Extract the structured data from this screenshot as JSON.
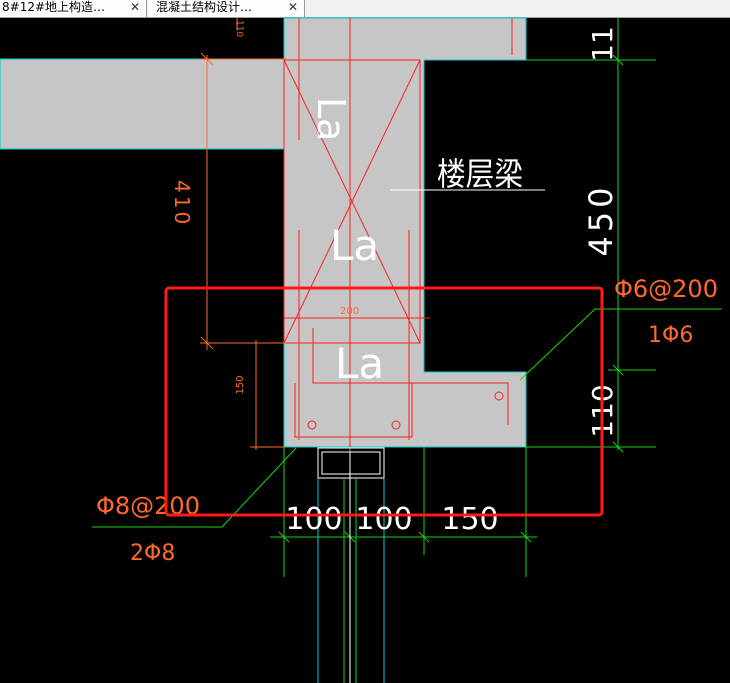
{
  "tabs": [
    {
      "label": "8#12#地上构造…",
      "close": "✕"
    },
    {
      "label": "混凝土结构设计…",
      "close": "✕"
    }
  ],
  "drawing": {
    "beam_label": "楼层梁",
    "anchor_upper": "La",
    "anchor_middle": "La",
    "anchor_lower": "La",
    "beam_width_small": "200",
    "dim_410": "410",
    "dim_450": "450",
    "dim_150_small": "150",
    "dim_110_top": "11",
    "dim_110_right": "110",
    "dim_100_a": "100",
    "dim_100_b": "100",
    "dim_150": "150",
    "top_small_text": "110",
    "stirrup_right": "Φ6@200",
    "bar_right": "1Φ6",
    "stirrup_left": "Φ8@200",
    "bar_left": "2Φ8"
  },
  "colors": {
    "background": "#000000",
    "concrete": "#c6c6c6",
    "concrete_edge": "#00d0d0",
    "rebar": "#ff2020",
    "dimension": "#ff6a2a",
    "leader": "#19d419",
    "text_white": "#ffffff",
    "highlight_box": "#ff1a1a"
  }
}
